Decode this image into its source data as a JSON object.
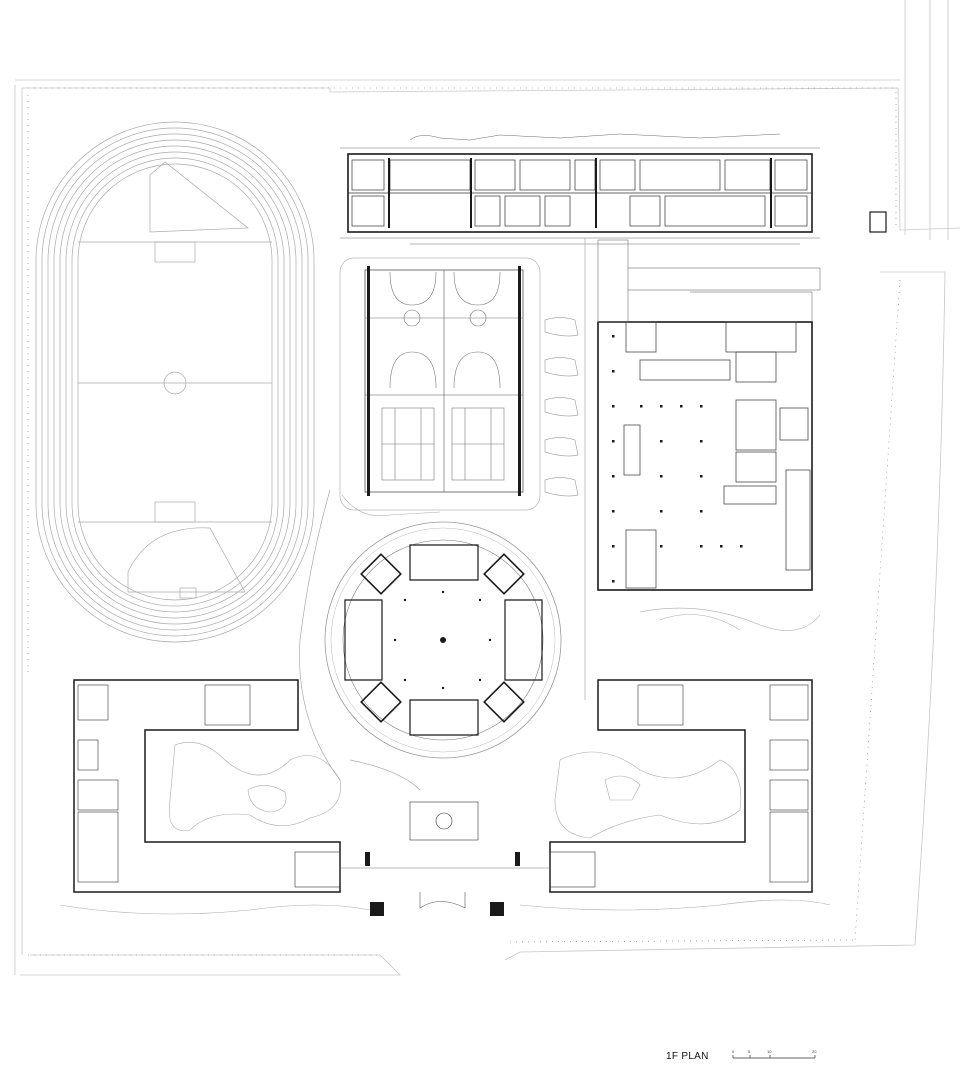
{
  "drawing": {
    "title": "1F PLAN",
    "scale_bar": {
      "labels": [
        "0",
        "5",
        "10",
        "20"
      ]
    }
  },
  "colors": {
    "background": "#ffffff",
    "line": "#3a3a3a",
    "light_line": "#b8b8b8",
    "wall": "#1a1a1a"
  }
}
